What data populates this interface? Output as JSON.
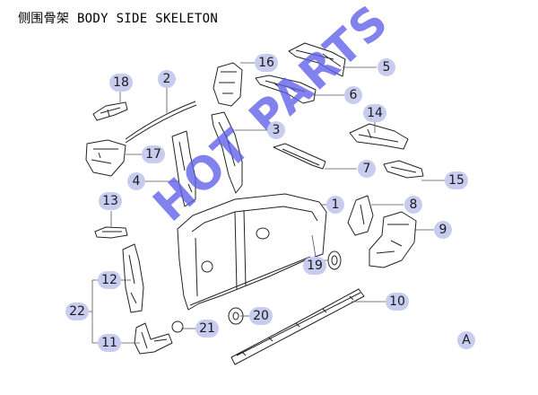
{
  "title": {
    "cn": "侧围骨架",
    "en": "BODY SIDE SKELETON"
  },
  "watermark": "HOT PARTS",
  "corner_label": "A",
  "callout_color": "#c8cdf0",
  "callouts": {
    "c1": "1",
    "c2": "2",
    "c3": "3",
    "c4": "4",
    "c5": "5",
    "c6": "6",
    "c7": "7",
    "c8": "8",
    "c9": "9",
    "c10": "10",
    "c11": "11",
    "c12": "12",
    "c13": "13",
    "c14": "14",
    "c15": "15",
    "c16": "16",
    "c17": "17",
    "c18": "18",
    "c19": "19",
    "c20": "20",
    "c21": "21",
    "c22": "22"
  }
}
